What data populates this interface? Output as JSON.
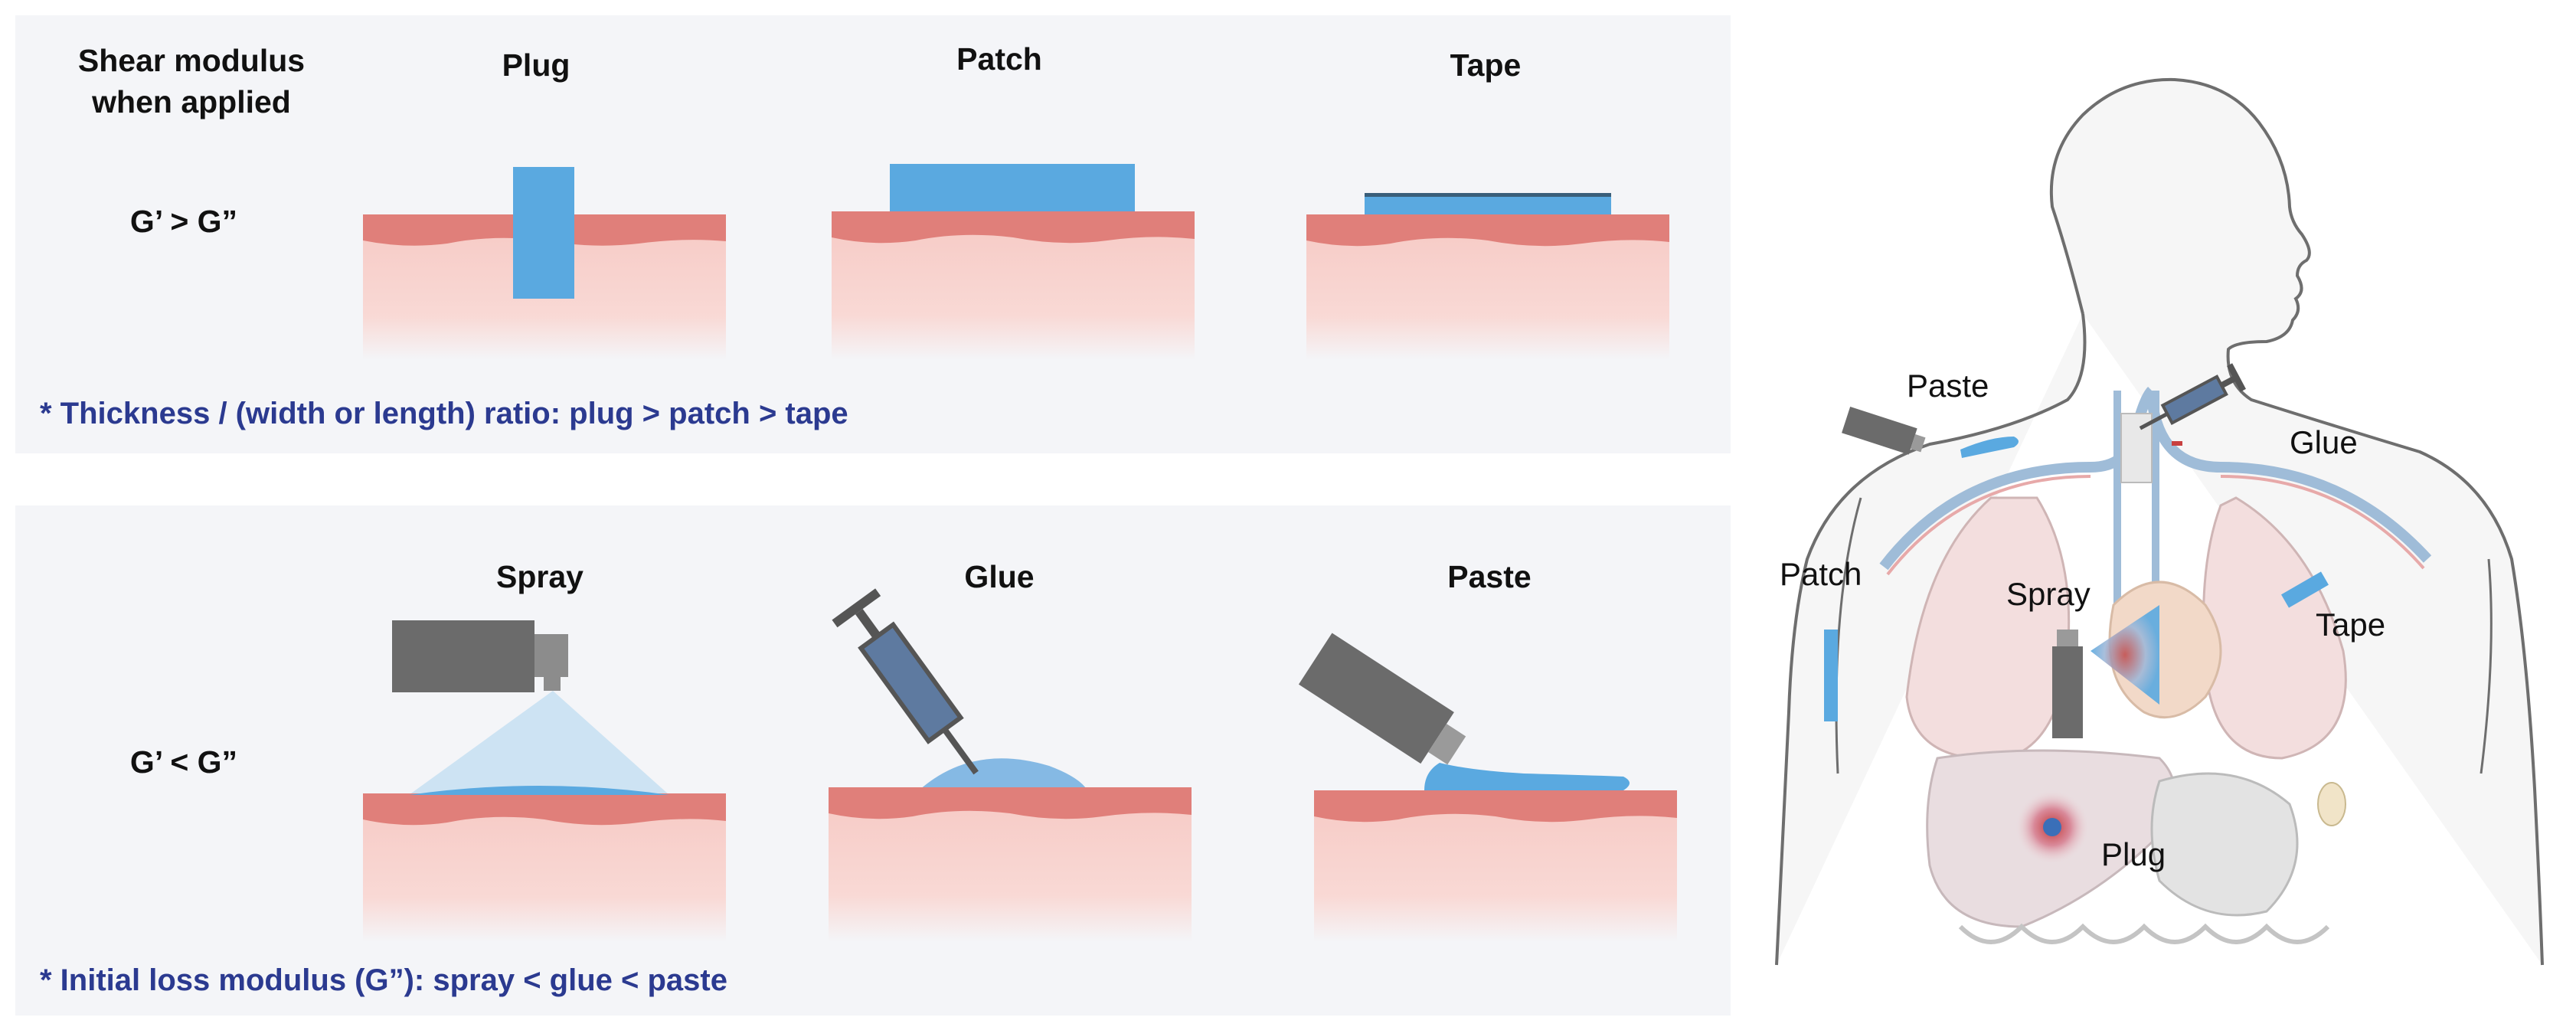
{
  "top_panel": {
    "header": "Shear modulus when applied",
    "header_lines": [
      "Shear modulus",
      "when applied"
    ],
    "condition": "G’ > G”",
    "columns": [
      "Plug",
      "Patch",
      "Tape"
    ],
    "note": "* Thickness / (width or length) ratio: plug > patch > tape"
  },
  "bottom_panel": {
    "condition": "G’ < G”",
    "columns": [
      "Spray",
      "Glue",
      "Paste"
    ],
    "note": "* Initial loss modulus (G”): spray < glue < paste"
  },
  "body_figure": {
    "labels": {
      "paste": "Paste",
      "glue": "Glue",
      "patch": "Patch",
      "spray": "Spray",
      "tape": "Tape",
      "plug": "Plug"
    }
  },
  "colors": {
    "panel_bg": "#f4f5f8",
    "tissue_top": "#e07f7a",
    "tissue_body": "#f6c9c4",
    "adhesive_blue": "#5aa9e0",
    "device_grey": "#6b6b6b",
    "note_text": "#2b3a90"
  }
}
